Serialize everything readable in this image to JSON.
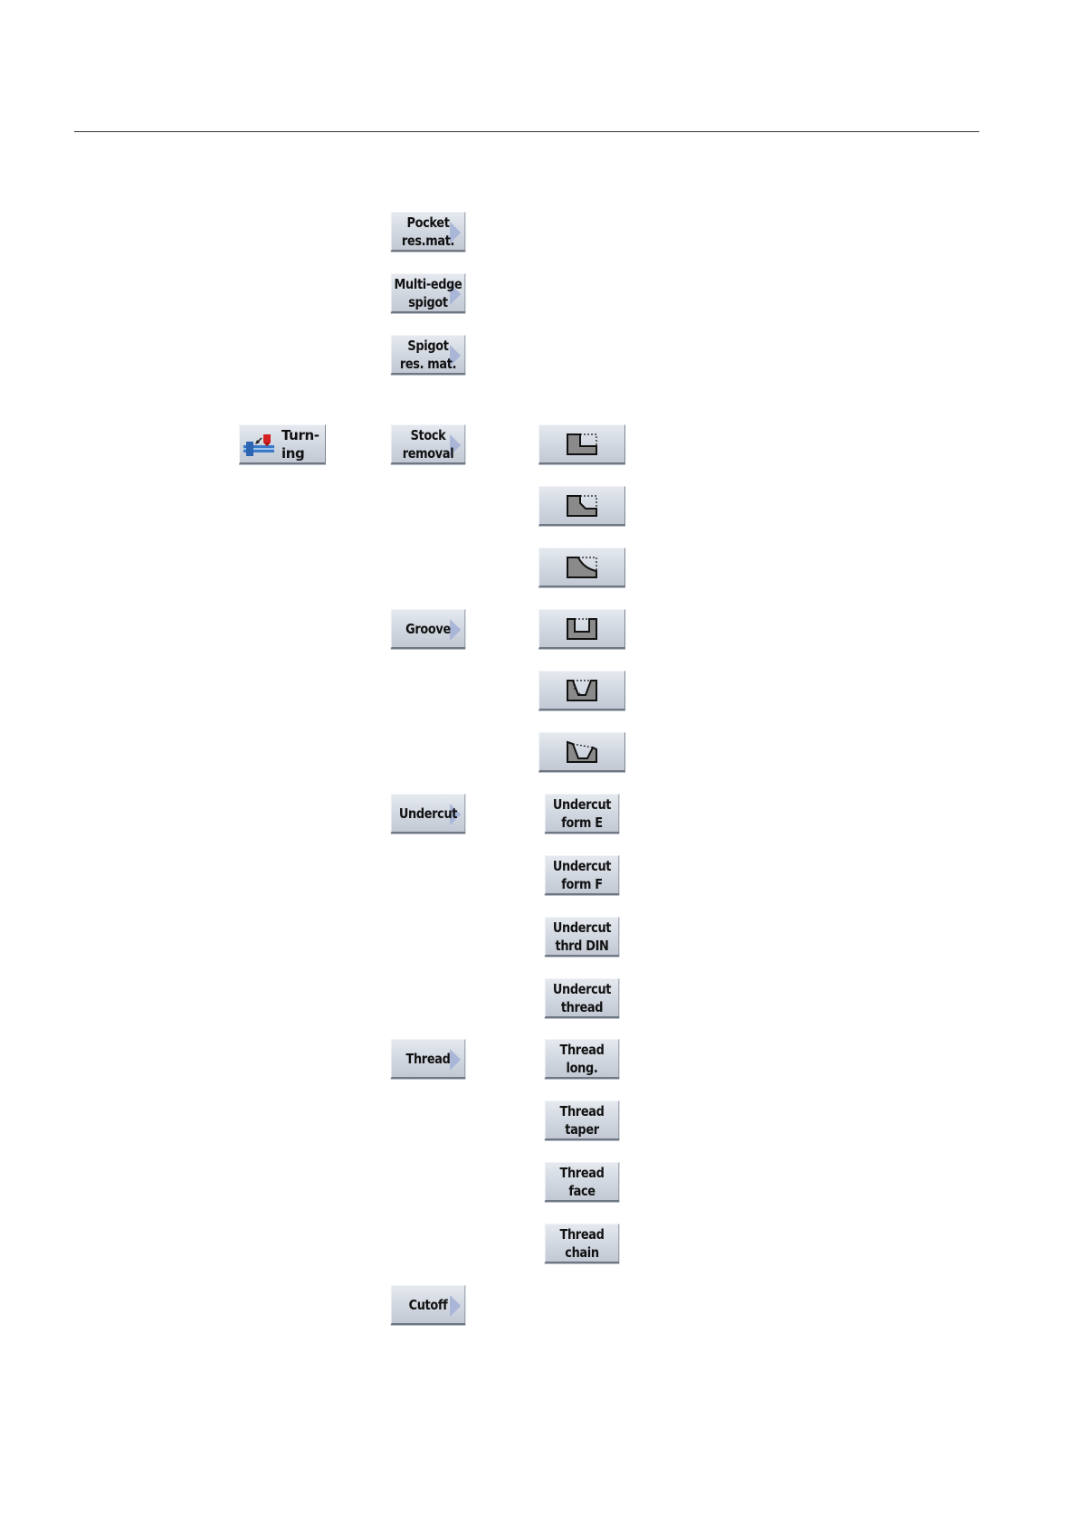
{
  "softkeys": {
    "pocket_res_mat": "Pocket\nres.mat.",
    "multi_edge_spigot": "Multi-edge\nspigot",
    "spigot_res_mat": "Spigot\nres. mat.",
    "turning": "Turn-\ning",
    "stock_removal": "Stock\nremoval",
    "groove": "Groove",
    "undercut": "Undercut",
    "thread": "Thread",
    "cutoff": "Cutoff",
    "undercut_form_e": "Undercut\nform E",
    "undercut_form_f": "Undercut\nform F",
    "undercut_thrd_din": "Undercut\nthrd DIN",
    "undercut_thread": "Undercut\nthread",
    "thread_long": "Thread\nlong.",
    "thread_taper": "Thread\ntaper",
    "thread_face": "Thread\nface",
    "thread_chain": "Thread\nchain"
  },
  "icons": {
    "turning": "turning-tool-icon",
    "stock_removal_1": "stock-removal-rectangular-icon",
    "stock_removal_2": "stock-removal-chamfer-icon",
    "stock_removal_3": "stock-removal-radius-icon",
    "groove_1": "groove-rectangular-icon",
    "groove_2": "groove-tapered-icon",
    "groove_3": "groove-slanted-icon"
  },
  "colors": {
    "softkey_face": "#d3d9e2",
    "softkey_arrow": "#a9b6d8",
    "icon_fill": "#8a8a8a"
  }
}
